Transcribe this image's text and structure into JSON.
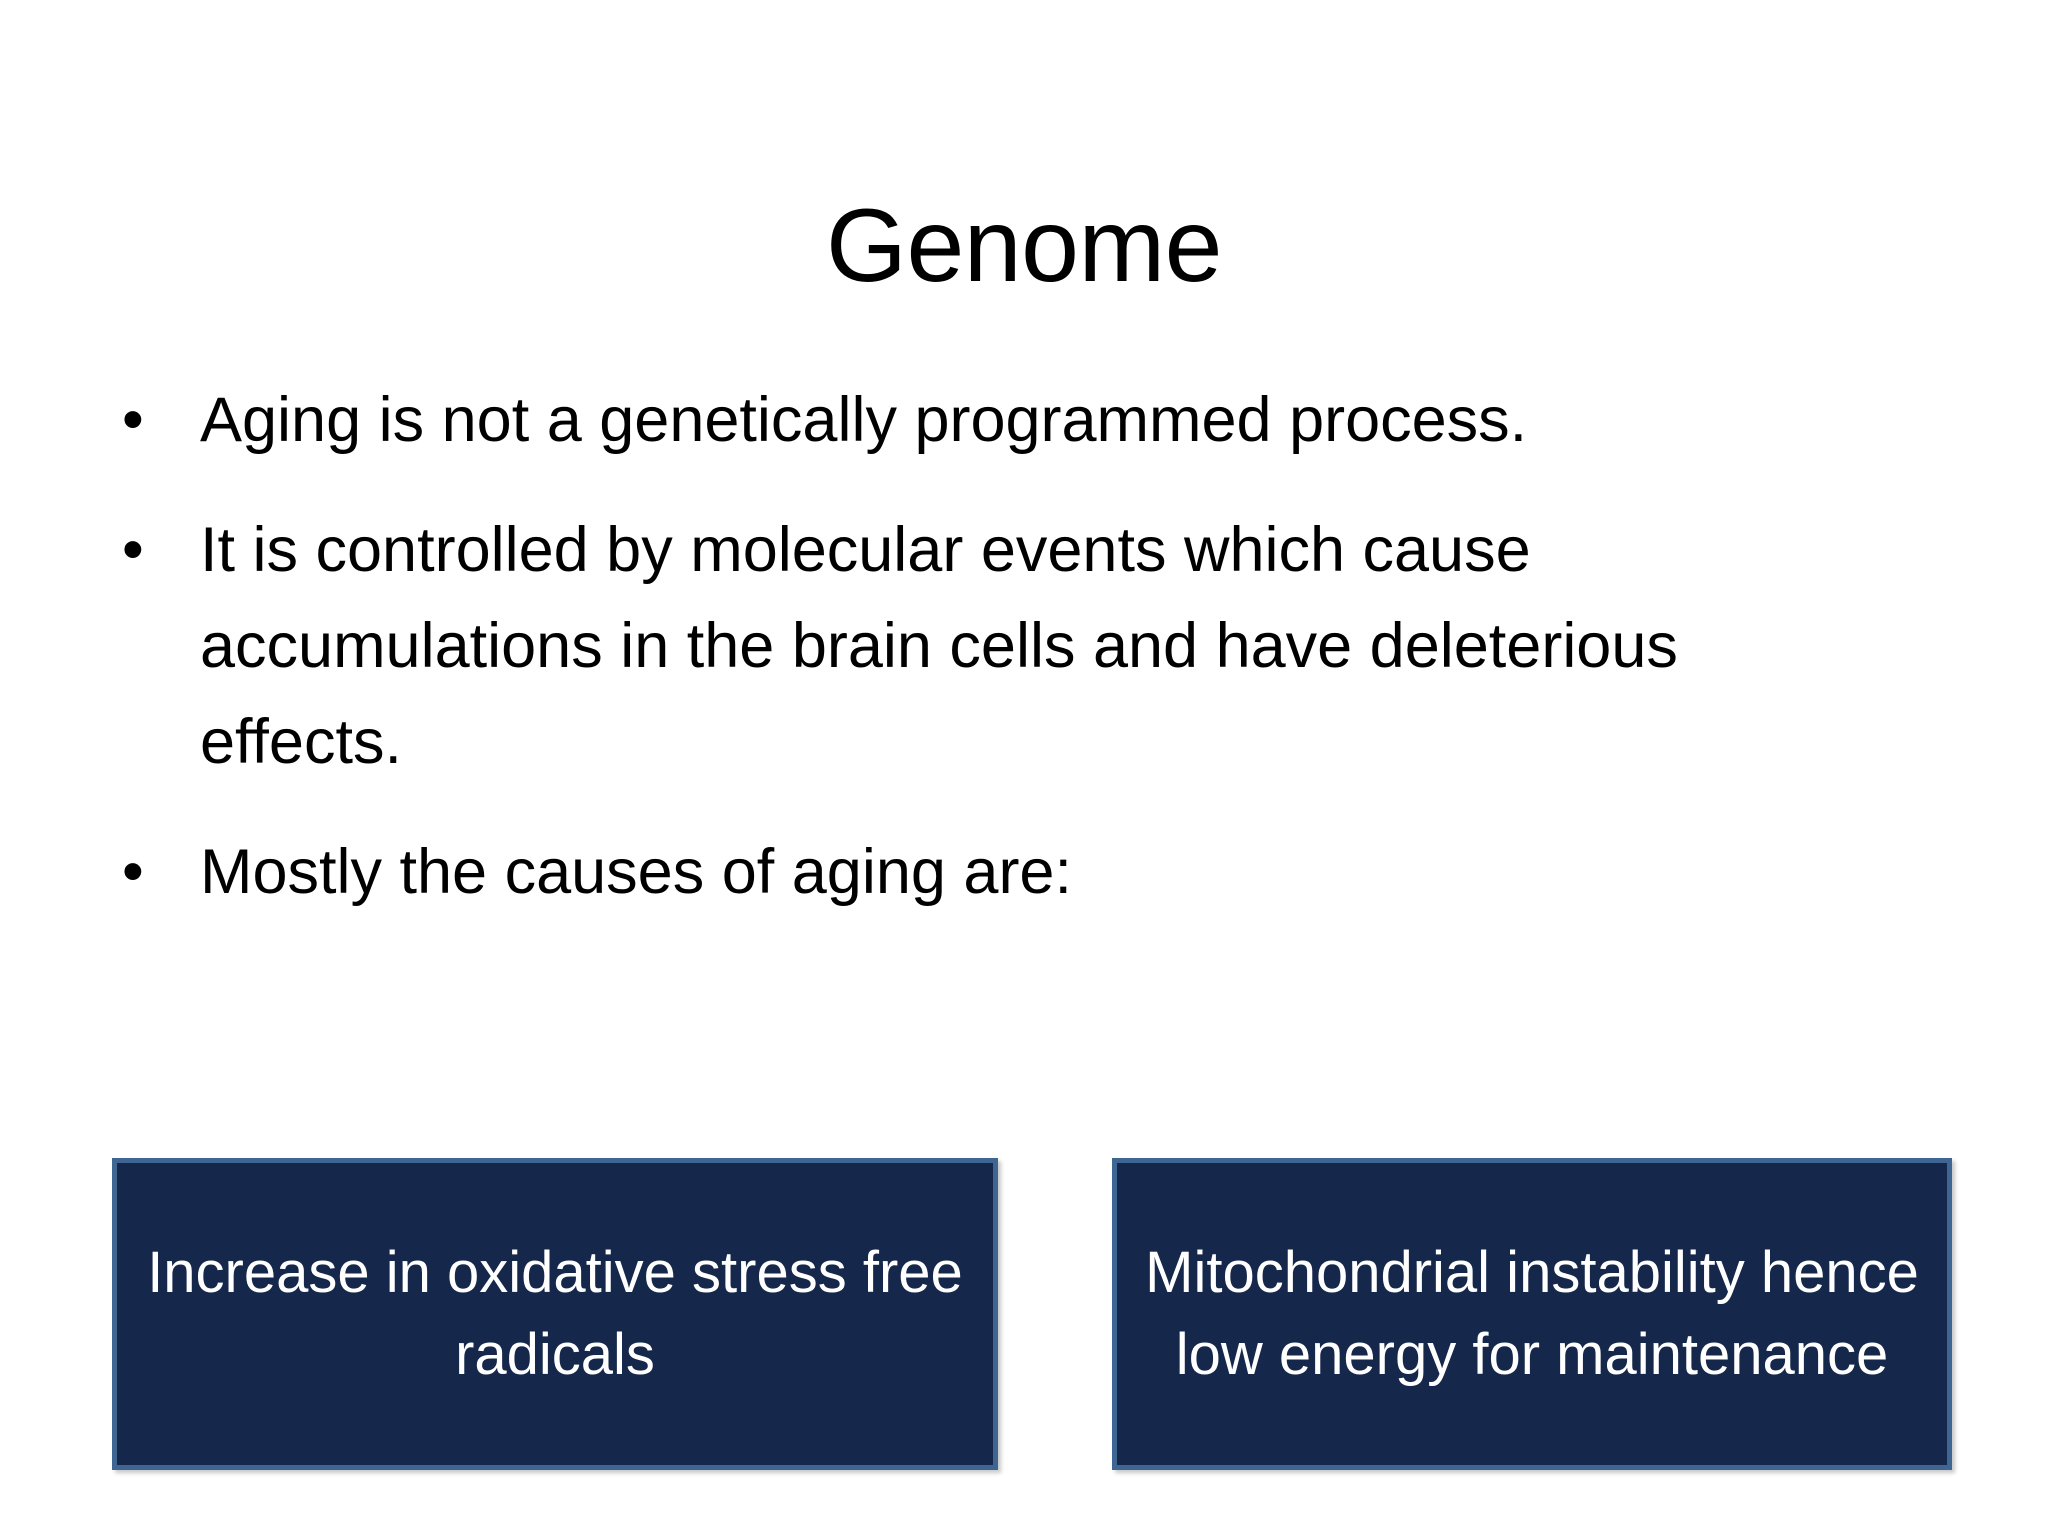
{
  "slide": {
    "title": "Genome",
    "background_color": "#ffffff",
    "text_color": "#000000",
    "bullet_glyph": "•",
    "bullets": [
      {
        "id": "bullet-aging-not-programmed",
        "text": "Aging is not a genetically programmed process."
      },
      {
        "id": "bullet-molecular-events",
        "text": "It is controlled by molecular events which cause accumulations in the brain cells and have deleterious  effects."
      },
      {
        "id": "bullet-causes-of-aging",
        "text": "Mostly the causes of aging are:"
      }
    ],
    "callouts": [
      {
        "id": "callout-oxidative-stress",
        "text": "Increase in oxidative stress free radicals",
        "fill_color": "#15274a",
        "border_color": "#3f6693",
        "text_color": "#ffffff"
      },
      {
        "id": "callout-mitochondrial-instability",
        "text": "Mitochondrial instability hence low energy for maintenance",
        "fill_color": "#15274a",
        "border_color": "#3f6693",
        "text_color": "#ffffff"
      }
    ]
  }
}
